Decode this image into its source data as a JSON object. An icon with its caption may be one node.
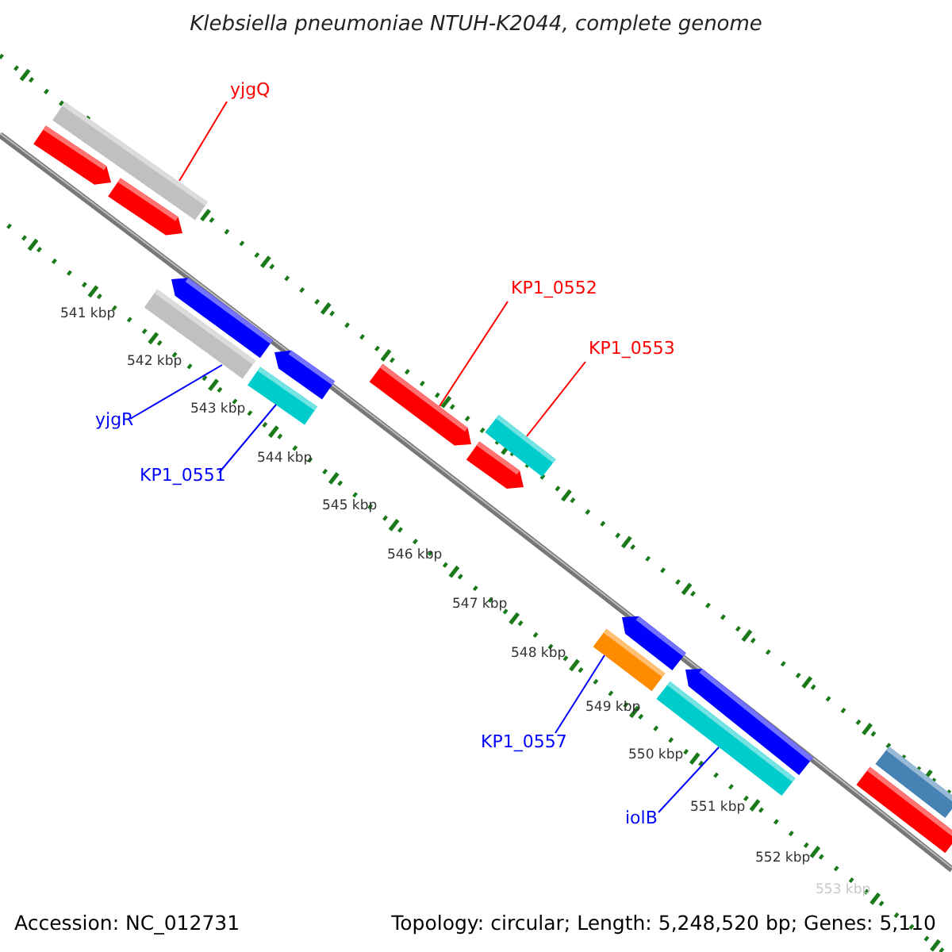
{
  "diagram": {
    "title": "Klebsiella pneumoniae NTUH-K2044, complete genome",
    "nodes": [
      {
        "text": [],
        "shape": "bar"
      },
      {
        "text": [],
        "shape": "arrow"
      },
      {
        "text": [],
        "shape": "arrow"
      },
      {
        "text": [],
        "shape": "arrow"
      },
      {
        "text": [],
        "shape": "bar"
      },
      {
        "text": [],
        "shape": "arrow"
      },
      {
        "text": [],
        "shape": "bar"
      },
      {
        "text": [],
        "shape": "arrow"
      },
      {
        "text": [],
        "shape": "arrow"
      },
      {
        "text": [],
        "shape": "bar"
      },
      {
        "text": [],
        "shape": "arrow"
      },
      {
        "text": [],
        "shape": "bar"
      },
      {
        "text": [],
        "shape": "arrow"
      },
      {
        "text": [],
        "shape": "bar"
      },
      {
        "text": [],
        "shape": "bar"
      },
      {
        "text": [],
        "shape": "bar"
      },
      {
        "text": [
          "yjgQ"
        ]
      },
      {
        "text": [
          "yjgR"
        ]
      },
      {
        "text": [
          "KP1_0551"
        ]
      },
      {
        "text": [
          "KP1_0552"
        ]
      },
      {
        "text": [
          "KP1_0553"
        ]
      },
      {
        "text": [
          "KP1_0557"
        ]
      },
      {
        "text": [
          "iolB"
        ]
      }
    ],
    "edges": [
      {
        "from": 16,
        "to": 0,
        "arrow": "none",
        "color": "#ff0000"
      },
      {
        "from": 17,
        "to": 4,
        "arrow": "none"
      },
      {
        "from": 18,
        "to": 6,
        "arrow": "none"
      },
      {
        "from": 19,
        "to": 7,
        "arrow": "none",
        "color": "#ff0000"
      },
      {
        "from": 20,
        "to": 9,
        "arrow": "none",
        "color": "#ff0000"
      },
      {
        "from": 21,
        "to": 11,
        "arrow": "none"
      },
      {
        "from": 22,
        "to": 13,
        "arrow": "none"
      }
    ],
    "labels": [
      "541 kbp",
      "542 kbp",
      "543 kbp",
      "544 kbp",
      "545 kbp",
      "546 kbp",
      "547 kbp",
      "548 kbp",
      "549 kbp",
      "550 kbp",
      "551 kbp",
      "552 kbp",
      "553 kbp",
      "Accession: NC_012731",
      "Topology: circular; Length: 5,248,520 bp; Genes: 5,110"
    ]
  }
}
